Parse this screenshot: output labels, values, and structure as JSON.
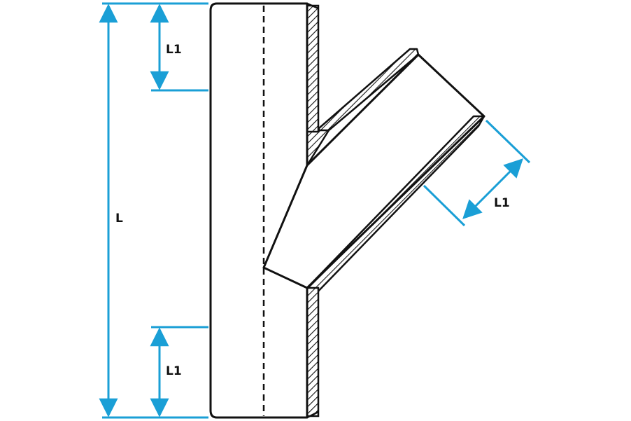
{
  "labels": {
    "overall_length": "L",
    "top_socket": "L1",
    "bottom_socket": "L1",
    "branch_socket": "L1"
  },
  "colors": {
    "outline": "#111111",
    "dimension": "#1a9fd6",
    "hatch": "#111111",
    "background": "#ffffff"
  }
}
